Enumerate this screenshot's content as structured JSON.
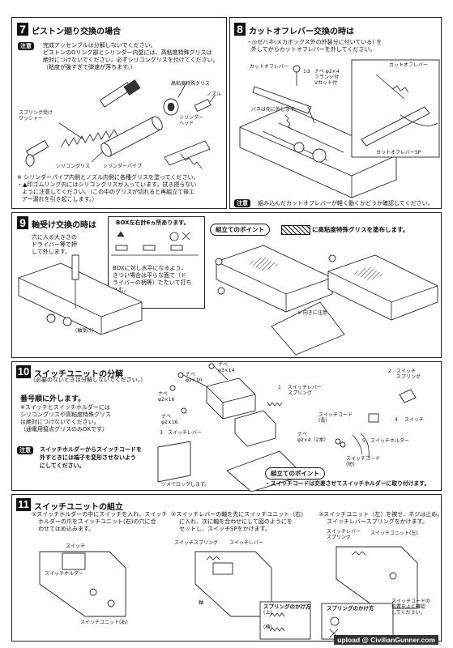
{
  "s7": {
    "num": "7",
    "title": "ピストン廻り交換の場合",
    "note_badge": "注意",
    "note_1": "完成アッセンブルは分解しないでください。",
    "note_2": "ピストンのOリング部とシリンダー内壁には、高粘度特殊グリスは",
    "note_3": "絶対につけないでください。必ずシリコングリスを付けてください。",
    "note_4": "（粘度が強すぎて弾速が落ちます。）",
    "labels": {
      "high_grease": "高粘度特殊グリス",
      "nozzle": "ノズル",
      "spring_washer": "スプリング受け\nワッシャー",
      "silicon_grease": "シリコングリス",
      "cylinder_pipe": "シリンダーパイプ",
      "cylinder_head": "シリンダー\nヘッド"
    },
    "bottom_1": "※ シリンダーパイプ内側とノズル内側に各種グリスを塗ってください。",
    "bottom_2": "・▲印ゴムリング内にはシリコングリスが入っています。拭き摂らない",
    "bottom_3": "ように注意してください。（この中のグリスが切れると再組立て後エ",
    "bottom_4": "アー漏れを引き起こします。）"
  },
  "s8": {
    "num": "8",
    "title": "カットオフレバー交換の時は",
    "desc_1": "・◎ゼバネ(メカボックス外の外装分に付いている) を",
    "desc_2": "外してからカットオフレバーを外してください。",
    "labels": {
      "cutoff_left": "カットオフレバー",
      "screw": "ナベ φ2×4\nフランジ付\nVカット付",
      "spring": "バネは先に外します。",
      "cutoff_right": "カットオフレバー",
      "cutoff_sp": "カットオフレバーSP",
      "screw_num": "1③"
    },
    "note_badge": "注意",
    "note_text": "組み込んだカットオフレバーが軽く動くかどうか確認してください。"
  },
  "s9": {
    "num": "9",
    "title": "軸受け交換の時は",
    "box_title": "BOX左右計6ヵ所あります。",
    "side_1": "穴に入る大きさの",
    "side_2": "ドライバー等で押",
    "side_3": "して外します。",
    "box_desc_1": "BOXに対し水平になるよう、",
    "box_desc_2": "きつい場合は平らな面で（ド",
    "box_desc_3": "ライバーの柄等）たたいて打ち",
    "box_desc_4": "込む。",
    "bearing": "(軸受け)",
    "point_pill": "組立てのポイント",
    "point_text": "に高粘度特殊グリスを塗布します。",
    "face_note": "※ 向きに注意"
  },
  "s10": {
    "num": "10",
    "title": "スイッチユニットの分解",
    "sub": "（必要のないときは分解しないでください。）",
    "order": "番号順に外します。",
    "desc_1": "※スイッチとスイッチホルダーには",
    "desc_2": "シリコングリスや高粘度特殊グリス",
    "desc_3": "は絶対につけないでください。",
    "desc_4": "（通電用接点グリスのみOKです）",
    "note_badge": "注意",
    "note_1": "スイッチホルダーからスイッチコードを",
    "note_2": "外すときには端子を変形させないよう",
    "note_3": "にしてください。",
    "labels": {
      "nabe_3x14": "ナベ\nφ3×14",
      "nabe_2x10": "ナベ\nφ2×10",
      "nabe_2x16": "ナベ\nφ2×16",
      "nabe_2x16b": "ナベ\nφ2×16",
      "switch_lever_spring": "スイッチレバー\nスプリング",
      "switch_spring": "スイッチ\nスプリング",
      "switch": "スイッチ",
      "switch_lever": "スイッチレバー",
      "switch_cord_long": "スイッチコード\n(長)",
      "nabe_2x4": "ナベ\nφ2×4（2本）",
      "switch_holder": "スイッチホルダー",
      "switch_cord_short": "スイッチコード\n(短)",
      "claw_note": "ツメでロックします。",
      "n1": "1",
      "n2": "2",
      "n3": "3",
      "n4": "4",
      "n5": "5"
    },
    "point_pill": "組立てのポイント",
    "point_text": "・スイッチコードは交差させてスイッチホルダーに取り付けます。"
  },
  "s11": {
    "num": "11",
    "title": "スイッチユニットの組立",
    "step1_1": "①スイッチホルダーの中にスイッチを入れ、スイッチ",
    "step1_2": "ホルダーの爪をスイッチユニット(右)の穴に合",
    "step1_3": "わせてはめ込みます。",
    "step2_1": "②スイッチレバーの軸を先にスイッチユニット（右）",
    "step2_2": "に入れ、次に軸を合わせにして図のようにを",
    "step2_3": "セットし、スイッチSPをかけます。",
    "step3_1": "③スイッチユニット（左）を被せ、ネジは止め、",
    "step3_2": "スイッチレバースプリングをかけます。",
    "labels": {
      "switch": "スイッチ",
      "switch_holder": "スイッチホルダー",
      "switch_unit_right": "スイッチユニット(右)",
      "switch_spring": "スイッチスプリング",
      "switch_lever": "スイッチレバー",
      "axis": "軸",
      "lever_spring": "スイッチレバー\nスプリング",
      "switch_unit_left": "スイッチユニット(左)",
      "cord_note": "スイッチコードの\n位置をよく確認\nしてください。"
    },
    "spring_title": "スプリングのかけ方",
    "spring_top": "(上)",
    "spring_bottom": "(横)",
    "spring_title2": "スプリングのかけ方"
  },
  "watermark": "upload @ CivilianGunner.com"
}
